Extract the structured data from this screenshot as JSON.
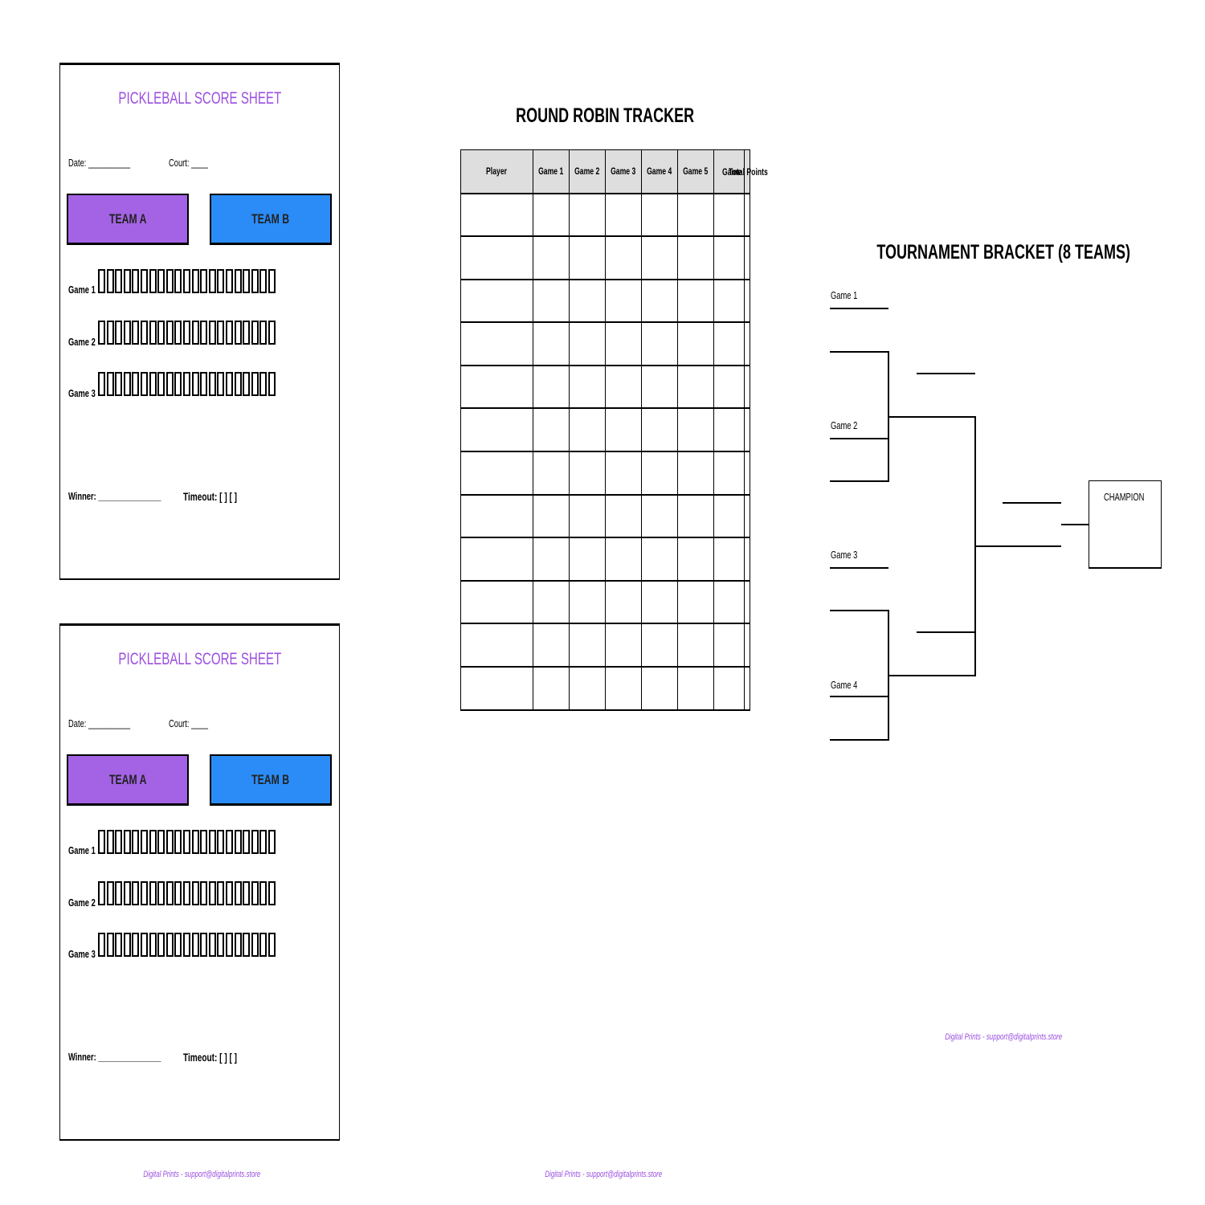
{
  "score_sheets": [
    {
      "title": "PICKLEBALL SCORE SHEET",
      "date": "Date: __________",
      "court": "Court: ____",
      "team_a": "TEAM A",
      "team_b": "TEAM B",
      "games": [
        "Game 1",
        "Game 2",
        "Game 3"
      ],
      "winner": "Winner: _______________",
      "timeout": "Timeout: [ ] [ ]"
    },
    {
      "title": "PICKLEBALL SCORE SHEET",
      "date": "Date: __________",
      "court": "Court: ____",
      "team_a": "TEAM A",
      "team_b": "TEAM B",
      "games": [
        "Game 1",
        "Game 2",
        "Game 3"
      ],
      "winner": "Winner: _______________",
      "timeout": "Timeout: [ ] [ ]"
    }
  ],
  "round_robin": {
    "title": "ROUND ROBIN TRACKER",
    "headers": [
      "Player",
      "Game 1",
      "Game 2",
      "Game 3",
      "Game 4",
      "Game 5",
      "Game 6",
      "Total Points"
    ],
    "rows": 12
  },
  "bracket": {
    "title": "TOURNAMENT BRACKET (8 TEAMS)",
    "games": [
      "Game 1",
      "Game 2",
      "Game 3",
      "Game 4"
    ],
    "champion": "CHAMPION"
  },
  "footer": "Digital Prints - support@digitalprints.store",
  "colors": {
    "accent_purple": "#9b4fe0",
    "team_a": "#a463e4",
    "team_b": "#2b8cf7"
  }
}
